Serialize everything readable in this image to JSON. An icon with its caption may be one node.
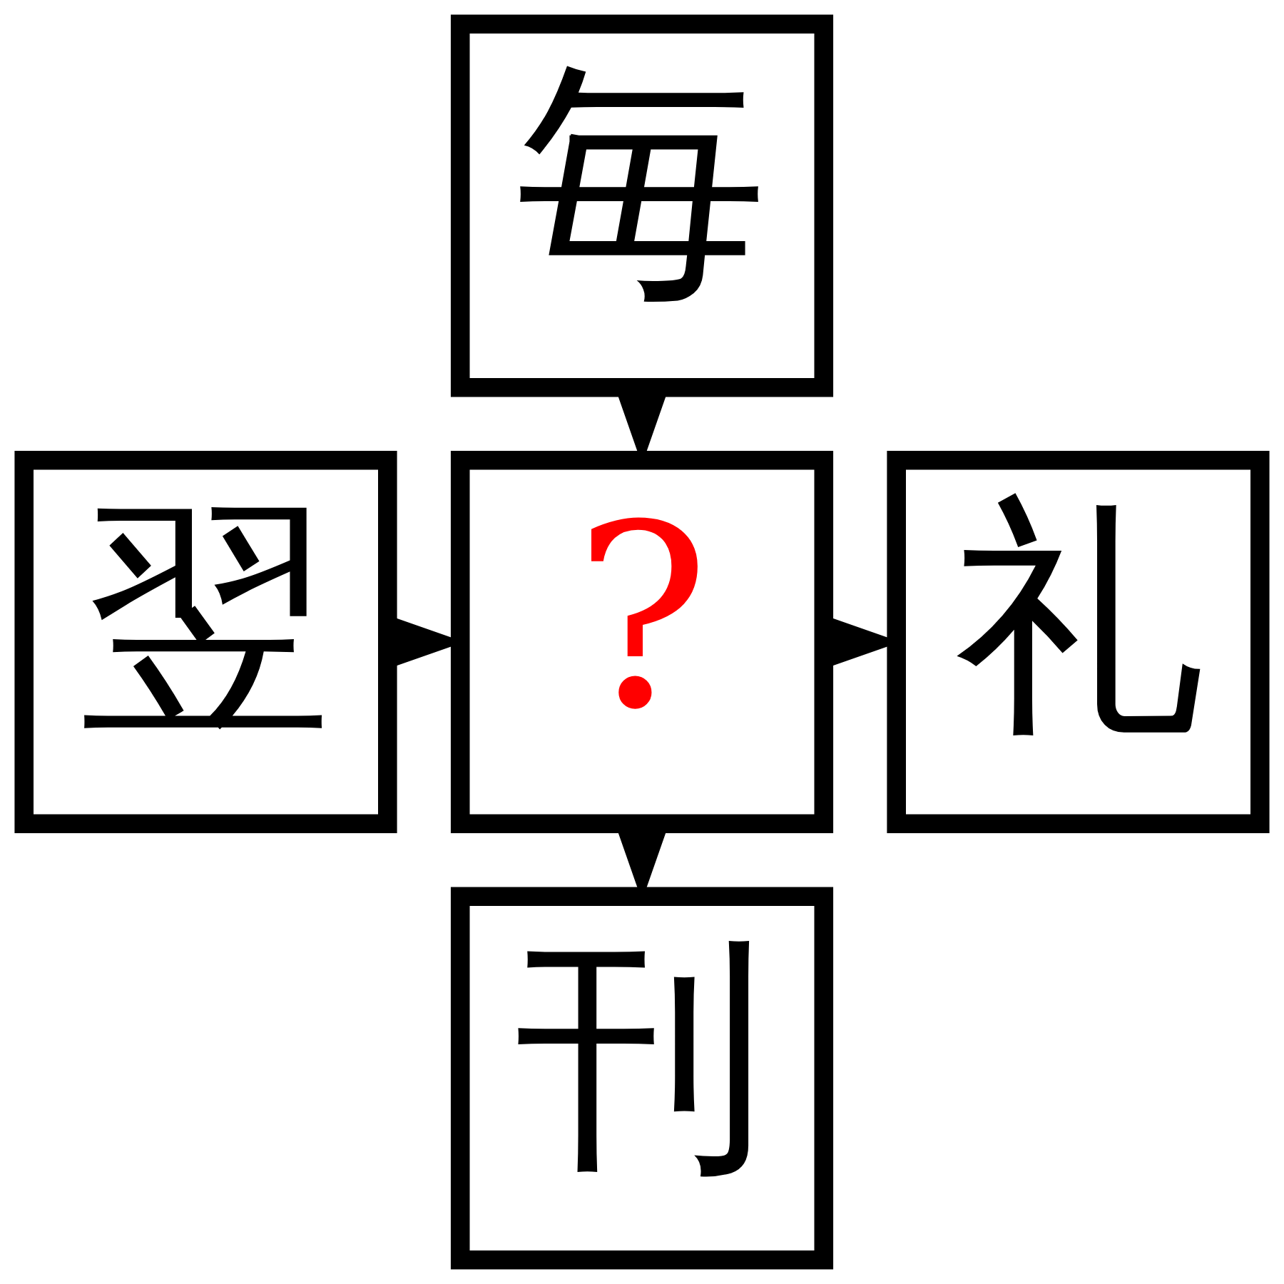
{
  "diagram": {
    "nodes": [
      {
        "text": [
          "毎"
        ]
      },
      {
        "text": [
          "翌"
        ]
      },
      {
        "text": [
          "?"
        ]
      },
      {
        "text": [
          "礼"
        ]
      },
      {
        "text": [
          "刊"
        ]
      }
    ],
    "edges": [
      {
        "from": 0,
        "to": 2,
        "arrow": "to"
      },
      {
        "from": 1,
        "to": 2,
        "arrow": "to"
      },
      {
        "from": 2,
        "to": 3,
        "arrow": "to"
      },
      {
        "from": 2,
        "to": 4,
        "arrow": "to"
      }
    ]
  }
}
